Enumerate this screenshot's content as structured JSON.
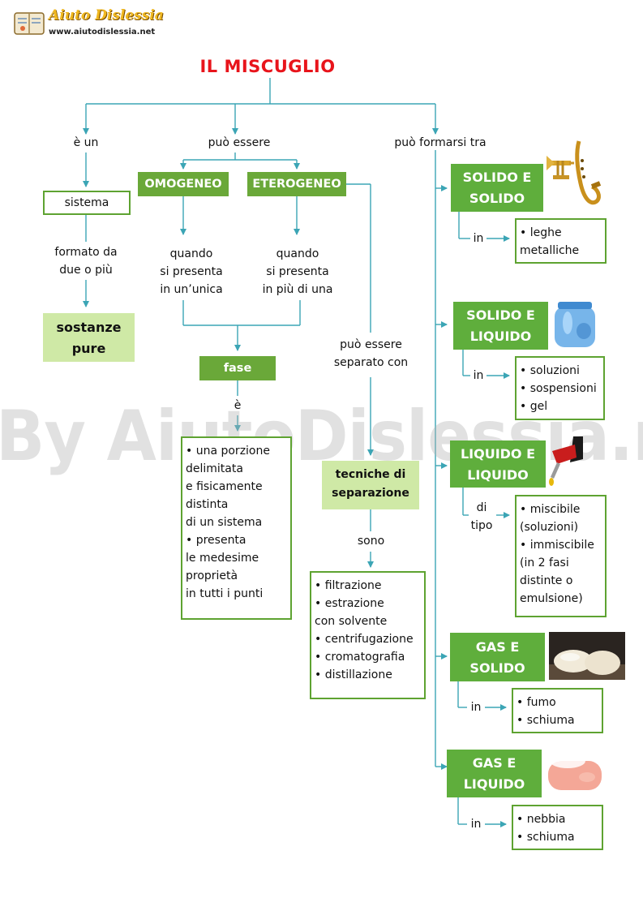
{
  "header": {
    "logo_name": "Aiuto Dislessia",
    "logo_url": "www.aiutodislessia.net"
  },
  "title": "IL MISCUGLIO",
  "watermark": "By AiutoDislessia.net",
  "left_branch": {
    "link": "è un",
    "node": "sistema",
    "link2_line1": "formato da",
    "link2_line2": "due o più",
    "result_line1": "sostanze",
    "result_line2": "pure"
  },
  "middle_branch": {
    "link": "può essere",
    "omogeneo": "OMOGENEO",
    "eterogeneo": "ETEROGENEO",
    "omo_link": [
      "quando",
      "si presenta",
      "in un’unica"
    ],
    "etero_link": [
      "quando",
      "si presenta",
      "in più di una"
    ],
    "fase": "fase",
    "fase_link": "è",
    "fase_desc": [
      "• una porzione",
      "delimitata",
      "e fisicamente",
      "distinta",
      "di un sistema",
      "• presenta",
      "le medesime",
      "proprietà",
      "in tutti i punti"
    ],
    "sep_link": [
      "può essere",
      "separato con"
    ],
    "tecniche": [
      "tecniche di",
      "separazione"
    ],
    "tecniche_link": "sono",
    "tecniche_list": [
      "• filtrazione",
      "• estrazione",
      "con solvente",
      "• centrifugazione",
      "• cromatografia",
      "• distillazione"
    ]
  },
  "right_branch": {
    "link": "può formarsi tra",
    "categories": [
      {
        "title_line1": "SOLIDO E",
        "title_line2": "SOLIDO",
        "link": "in",
        "items": [
          "• leghe",
          "metalliche"
        ],
        "image": "trumpet-saxophone-image"
      },
      {
        "title_line1": "SOLIDO E",
        "title_line2": "LIQUIDO",
        "link": "in",
        "items": [
          "• soluzioni",
          "• sospensioni",
          "• gel"
        ],
        "image": "jar-gel-image"
      },
      {
        "title_line1": "LIQUIDO E",
        "title_line2": "LIQUIDO",
        "link_line1": "di",
        "link_line2": "tipo",
        "items": [
          "• miscibile",
          "(soluzioni)",
          "• immiscibile",
          "(in 2 fasi",
          "distinte o",
          "emulsione)"
        ],
        "image": "fuel-nozzle-image"
      },
      {
        "title_line1": "GAS E",
        "title_line2": "SOLIDO",
        "link": "in",
        "items": [
          "• fumo",
          "• schiuma"
        ],
        "image": "bread-dough-image"
      },
      {
        "title_line1": "GAS E",
        "title_line2": "LIQUIDO",
        "link": "in",
        "items": [
          "• nebbia",
          "• schiuma"
        ],
        "image": "soap-foam-image"
      }
    ]
  },
  "colors": {
    "line": "#3ba5b5",
    "green_dark": "#5fae3c",
    "green_light": "#cfe9a6",
    "title_red": "#e8141b"
  }
}
